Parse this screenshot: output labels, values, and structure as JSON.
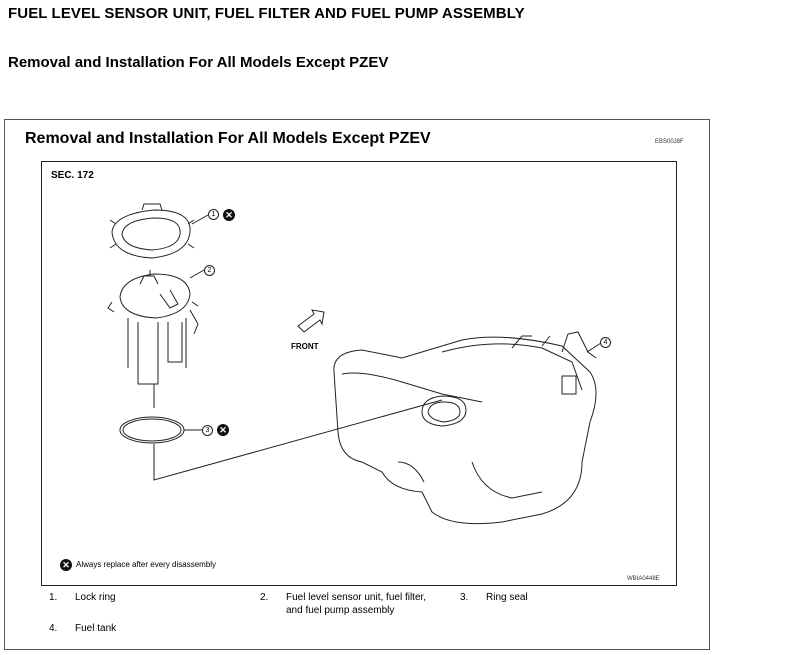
{
  "page": {
    "title": "FUEL LEVEL SENSOR UNIT, FUEL FILTER AND FUEL PUMP ASSEMBLY",
    "subtitle": "Removal and Installation For All Models Except PZEV"
  },
  "figure": {
    "title": "Removal and Installation For All Models Except PZEV",
    "code": "EBS00J8F",
    "section": "SEC. 172",
    "front_label": "FRONT",
    "note": "Always replace after every disassembly",
    "art_code": "WBIA0448E",
    "callouts": [
      "1",
      "2",
      "3",
      "4"
    ],
    "replace_icon": "x-circle-icon"
  },
  "legend": [
    {
      "num": "1.",
      "text": "Lock ring"
    },
    {
      "num": "2.",
      "text": "Fuel level sensor unit, fuel filter,",
      "text2": "and fuel pump assembly"
    },
    {
      "num": "3.",
      "text": "Ring seal"
    },
    {
      "num": "4.",
      "text": "Fuel tank"
    }
  ]
}
